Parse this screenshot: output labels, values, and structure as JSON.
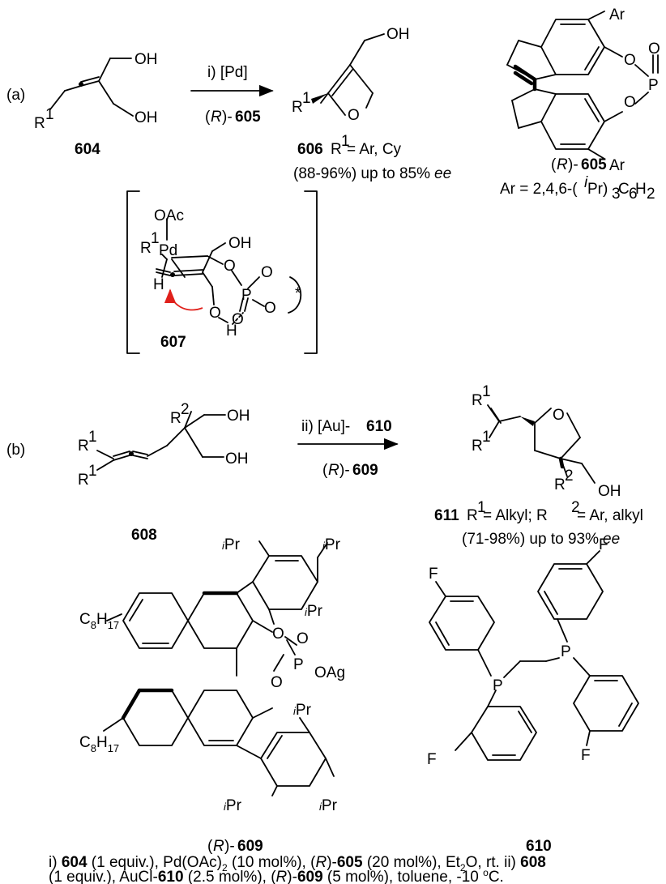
{
  "part_a": {
    "tag": "(a)",
    "oh": "OH",
    "r": "R",
    "sup1": "1",
    "sup2": "2",
    "o": "O",
    "cmp604": "604",
    "cond_top": "i) [Pd]",
    "cond_bottom_italic": "R",
    "cond_bottom_num": "605",
    "cmp606": "606",
    "cmp606_rest": " = Ar, Cy",
    "yield_606": "(88-96%) up to 85% ",
    "ee": "ee",
    "ar": "Ar",
    "p": "P",
    "cat605_num": "605",
    "ar_def": "Ar = 2,4,6-(",
    "ar_def_i": "i",
    "ar_def_rest1": "Pr)",
    "ar_def_sub3": "3",
    "ar_def_rest2": "C",
    "ar_def_sub6": "6",
    "ar_def_rest3": "H",
    "ar_def_sub2": "2",
    "ts_oac": "OAc",
    "ts_pd": "Pd",
    "ts_h": "H",
    "ts_star": "*",
    "cmp607": "607"
  },
  "part_b": {
    "tag": "(b)",
    "cmp608": "608",
    "cond_top": "ii) [Au]-",
    "cond_top_num": "610",
    "cond_bottom_num": "609",
    "cmp611": "611",
    "cmp611_rest1": " = Alkyl; R",
    "cmp611_rest2": " = Ar, alkyl",
    "yield_611": "(71-98%) up to 93% ",
    "pr": "Pr",
    "c8": "C",
    "sub8": "8",
    "h17": "H",
    "sub17": "17",
    "oag": "OAg",
    "f": "F",
    "cmp609": "609",
    "cmp610": "610"
  },
  "footer": {
    "l1_a": "i) ",
    "l1_b": "604",
    "l1_c": " (1 equiv.), Pd(OAc)",
    "l1_d": "2",
    "l1_e": " (10 mol%), (",
    "l1_f": "R",
    "l1_g": ")-",
    "l1_h": "605",
    "l1_i": " (20 mol%), Et",
    "l1_j": "2",
    "l1_k": "O, rt. ii) ",
    "l1_l": "608",
    "l2_a": "(1 equiv.), AuCl-",
    "l2_b": "610",
    "l2_c": " (2.5 mol%), (",
    "l2_d": "R",
    "l2_e": ")-",
    "l2_f": "609",
    "l2_g": " (5 mol%), toluene, -10 ",
    "l2_h": "o",
    "l2_i": "C."
  }
}
